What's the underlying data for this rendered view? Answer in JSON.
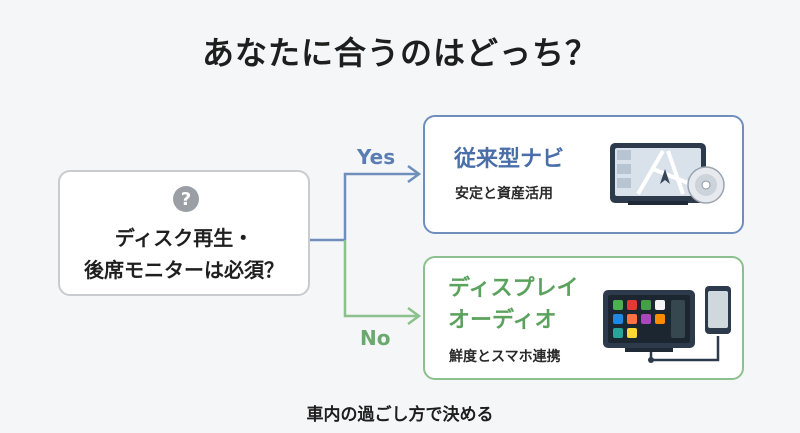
{
  "title": "あなたに合うのはどっち？",
  "question": {
    "icon": "question-mark-icon",
    "icon_glyph": "?",
    "line1": "ディスク再生・",
    "line2": "後席モニターは必須？"
  },
  "branches": {
    "yes_label": "Yes",
    "no_label": "No"
  },
  "yes_option": {
    "title": "従来型ナビ",
    "subtitle": "安定と資産活用",
    "image_icon": "car-navigation-with-disc-icon",
    "color": "#4a6fa8"
  },
  "no_option": {
    "title_line1": "ディスプレイ",
    "title_line2": "オーディオ",
    "subtitle": "鮮度とスマホ連携",
    "image_icon": "display-audio-with-smartphone-icon",
    "color": "#5ba25e"
  },
  "footer": "車内の過ごし方で決める",
  "colors": {
    "yes_line": "#6f8ebc",
    "no_line": "#8cc08e",
    "title": "#1e1e1e"
  }
}
